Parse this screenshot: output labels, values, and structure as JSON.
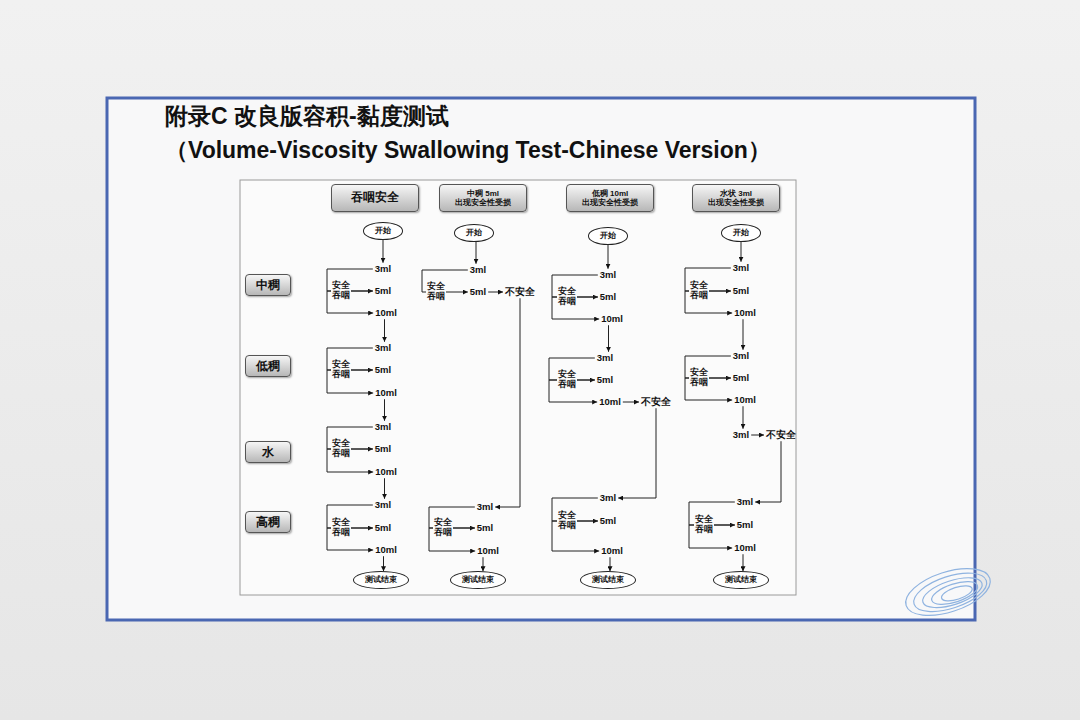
{
  "diagram": {
    "title": "附录C 改良版容积-黏度测试",
    "nodes": [
      {
        "text": [
          "吞咽安全"
        ]
      },
      {
        "text": [
          "中稠 5ml 出现安全性受损"
        ]
      },
      {
        "text": [
          "低稠 10ml 出现安全性受损"
        ]
      },
      {
        "text": [
          "水状 3ml 出现安全性受损"
        ]
      },
      {
        "text": [
          "中稠"
        ]
      },
      {
        "text": [
          "低稠"
        ]
      },
      {
        "text": [
          "水"
        ]
      },
      {
        "text": [
          "高稠"
        ]
      },
      {
        "text": [
          "开始"
        ]
      },
      {
        "text": [
          "3ml"
        ]
      },
      {
        "text": [
          "5ml"
        ]
      },
      {
        "text": [
          "10ml"
        ]
      },
      {
        "text": [
          "3ml"
        ]
      },
      {
        "text": [
          "5ml"
        ]
      },
      {
        "text": [
          "10ml"
        ]
      },
      {
        "text": [
          "3ml"
        ]
      },
      {
        "text": [
          "5ml"
        ]
      },
      {
        "text": [
          "10ml"
        ]
      },
      {
        "text": [
          "3ml"
        ]
      },
      {
        "text": [
          "5ml"
        ]
      },
      {
        "text": [
          "10ml"
        ]
      },
      {
        "text": [
          "测试结束"
        ]
      },
      {
        "text": [
          "开始"
        ]
      },
      {
        "text": [
          "3ml"
        ]
      },
      {
        "text": [
          "5ml"
        ]
      },
      {
        "text": [
          "不安全"
        ]
      },
      {
        "text": [
          "3ml"
        ]
      },
      {
        "text": [
          "5ml"
        ]
      },
      {
        "text": [
          "10ml"
        ]
      },
      {
        "text": [
          "测试结束"
        ]
      },
      {
        "text": [
          "开始"
        ]
      },
      {
        "text": [
          "3ml"
        ]
      },
      {
        "text": [
          "5ml"
        ]
      },
      {
        "text": [
          "10ml"
        ]
      },
      {
        "text": [
          "3ml"
        ]
      },
      {
        "text": [
          "5ml"
        ]
      },
      {
        "text": [
          "10ml"
        ]
      },
      {
        "text": [
          "不安全"
        ]
      },
      {
        "text": [
          "3ml"
        ]
      },
      {
        "text": [
          "5ml"
        ]
      },
      {
        "text": [
          "10ml"
        ]
      },
      {
        "text": [
          "测试结束"
        ]
      },
      {
        "text": [
          "开始"
        ]
      },
      {
        "text": [
          "3ml"
        ]
      },
      {
        "text": [
          "5ml"
        ]
      },
      {
        "text": [
          "10ml"
        ]
      },
      {
        "text": [
          "3ml"
        ]
      },
      {
        "text": [
          "5ml"
        ]
      },
      {
        "text": [
          "10ml"
        ]
      },
      {
        "text": [
          "3ml"
        ]
      },
      {
        "text": [
          "不安全"
        ]
      },
      {
        "text": [
          "3ml"
        ]
      },
      {
        "text": [
          "5ml"
        ]
      },
      {
        "text": [
          "10ml"
        ]
      },
      {
        "text": [
          "测试结束"
        ]
      }
    ],
    "edges": [
      {
        "from": 8,
        "to": 9,
        "arrow": "to"
      },
      {
        "from": 9,
        "to": 10,
        "arrow": "to"
      },
      {
        "from": 10,
        "to": 11,
        "arrow": "to"
      },
      {
        "from": 11,
        "to": 12,
        "arrow": "to"
      },
      {
        "from": 12,
        "to": 13,
        "arrow": "to"
      },
      {
        "from": 13,
        "to": 14,
        "arrow": "to"
      },
      {
        "from": 14,
        "to": 15,
        "arrow": "to"
      },
      {
        "from": 15,
        "to": 16,
        "arrow": "to"
      },
      {
        "from": 16,
        "to": 17,
        "arrow": "to"
      },
      {
        "from": 17,
        "to": 18,
        "arrow": "to"
      },
      {
        "from": 18,
        "to": 19,
        "arrow": "to"
      },
      {
        "from": 19,
        "to": 20,
        "arrow": "to"
      },
      {
        "from": 20,
        "to": 21,
        "arrow": "to"
      },
      {
        "from": 22,
        "to": 23,
        "arrow": "to"
      },
      {
        "from": 23,
        "to": 24,
        "arrow": "to"
      },
      {
        "from": 24,
        "to": 25,
        "arrow": "to"
      },
      {
        "from": 25,
        "to": 26,
        "arrow": "to"
      },
      {
        "from": 26,
        "to": 27,
        "arrow": "to"
      },
      {
        "from": 27,
        "to": 28,
        "arrow": "to"
      },
      {
        "from": 28,
        "to": 29,
        "arrow": "to"
      },
      {
        "from": 30,
        "to": 31,
        "arrow": "to"
      },
      {
        "from": 31,
        "to": 32,
        "arrow": "to"
      },
      {
        "from": 32,
        "to": 33,
        "arrow": "to"
      },
      {
        "from": 33,
        "to": 34,
        "arrow": "to"
      },
      {
        "from": 34,
        "to": 35,
        "arrow": "to"
      },
      {
        "from": 35,
        "to": 36,
        "arrow": "to"
      },
      {
        "from": 36,
        "to": 37,
        "arrow": "to"
      },
      {
        "from": 37,
        "to": 38,
        "arrow": "to"
      },
      {
        "from": 38,
        "to": 39,
        "arrow": "to"
      },
      {
        "from": 39,
        "to": 40,
        "arrow": "to"
      },
      {
        "from": 40,
        "to": 41,
        "arrow": "to"
      },
      {
        "from": 42,
        "to": 43,
        "arrow": "to"
      },
      {
        "from": 43,
        "to": 44,
        "arrow": "to"
      },
      {
        "from": 44,
        "to": 45,
        "arrow": "to"
      },
      {
        "from": 45,
        "to": 46,
        "arrow": "to"
      },
      {
        "from": 46,
        "to": 47,
        "arrow": "to"
      },
      {
        "from": 47,
        "to": 48,
        "arrow": "to"
      },
      {
        "from": 48,
        "to": 49,
        "arrow": "to"
      },
      {
        "from": 49,
        "to": 50,
        "arrow": "to"
      },
      {
        "from": 50,
        "to": 51,
        "arrow": "to"
      },
      {
        "from": 51,
        "to": 52,
        "arrow": "to"
      },
      {
        "from": 52,
        "to": 53,
        "arrow": "to"
      },
      {
        "from": 53,
        "to": 54,
        "arrow": "to"
      }
    ],
    "labels": [
      "（Volume-Viscosity Swallowing Test-Chinese Version）",
      "安全 吞咽",
      "安全 吞咽",
      "安全 吞咽",
      "安全 吞咽",
      "安全 吞咽",
      "安全 吞咽",
      "安全 吞咽",
      "安全 吞咽",
      "安全 吞咽",
      "安全 吞咽",
      "安全 吞咽",
      "安全 吞咽"
    ]
  }
}
